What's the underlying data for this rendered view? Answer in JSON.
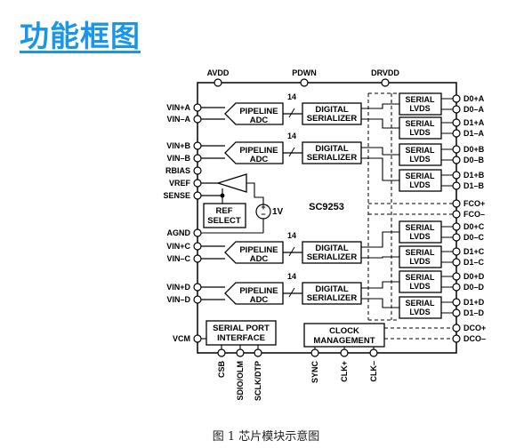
{
  "heading": "功能框图",
  "caption": "图 1 芯片模块示意图",
  "chip": {
    "part_number": "SC9253",
    "top_pins": [
      "AVDD",
      "PDWN",
      "DRVDD"
    ],
    "left_pins": [
      "VIN+A",
      "VIN–A",
      "VIN+B",
      "VIN–B",
      "RBIAS",
      "VREF",
      "SENSE",
      "AGND",
      "VIN+C",
      "VIN–C",
      "VIN+D",
      "VIN–D",
      "VCM"
    ],
    "right_pins": [
      "D0+A",
      "D0–A",
      "D1+A",
      "D1–A",
      "D0+B",
      "D0–B",
      "D1+B",
      "D1–B",
      "FCO+",
      "FCO–",
      "D0+C",
      "D0–C",
      "D1+C",
      "D1–C",
      "D0+D",
      "D0–D",
      "D1+D",
      "D1–D",
      "DCO+",
      "DCO–"
    ],
    "bottom_pins": [
      "CSB",
      "SDIO/OLM",
      "SCLK/DTP",
      "SYNC",
      "CLK+",
      "CLK–"
    ],
    "adc": [
      "PIPELINE",
      "ADC"
    ],
    "serializer": [
      "DIGITAL",
      "SERIALIZER"
    ],
    "lvds": [
      "SERIAL",
      "LVDS"
    ],
    "bus_width": "14",
    "ref_select": [
      "REF",
      "SELECT"
    ],
    "ref_voltage": "1V",
    "serial_port": [
      "SERIAL PORT",
      "INTERFACE"
    ],
    "clock_mgmt": [
      "CLOCK",
      "MANAGEMENT"
    ]
  }
}
